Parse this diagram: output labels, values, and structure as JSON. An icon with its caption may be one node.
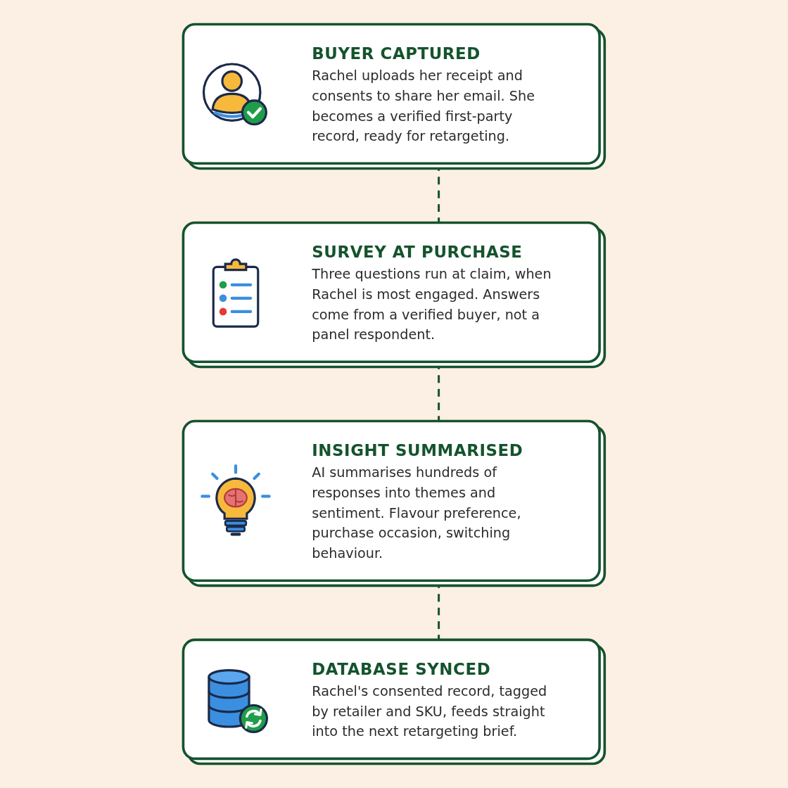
{
  "diagram": {
    "nodes": [
      {
        "text": [
          "BUYER CAPTURED",
          "Rachel uploads her receipt and consents to share her email. She becomes a verified first-party record, ready for retargeting."
        ]
      },
      {
        "text": [
          "SURVEY AT PURCHASE",
          "Three questions run at claim, when Rachel is most engaged. Answers come from a verified buyer, not a panel respondent."
        ]
      },
      {
        "text": [
          "INSIGHT SUMMARISED",
          "AI summarises hundreds of responses into themes and sentiment. Flavour preference, purchase occasion, switching behaviour."
        ]
      },
      {
        "text": [
          "DATABASE SYNCED",
          "Rachel's consented record, tagged by retailer and SKU, feeds straight into the next retargeting brief."
        ]
      }
    ],
    "edges": [
      {
        "from": 0,
        "to": 1,
        "arrow": "none",
        "style": "dashed"
      },
      {
        "from": 1,
        "to": 2,
        "arrow": "none",
        "style": "dashed"
      },
      {
        "from": 2,
        "to": 3,
        "arrow": "none",
        "style": "dashed"
      }
    ]
  }
}
